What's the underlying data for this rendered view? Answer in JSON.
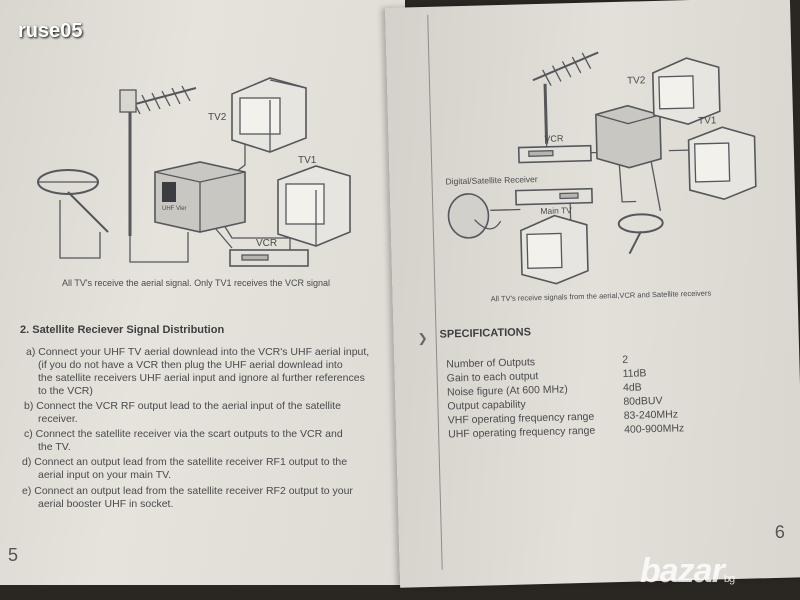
{
  "watermark": {
    "user": "ruse05",
    "brand": "bazar",
    "tld": "bg"
  },
  "left_page": {
    "diagram": {
      "tv2": "TV2",
      "tv1": "TV1",
      "vcr": "VCR",
      "booster": "UHF Vier",
      "caption": "All TV's receive the aerial signal. Only TV1 receives the VCR signal"
    },
    "section_title": "2. Satellite Reciever Signal Distribution",
    "lines": [
      "a) Connect your UHF TV aerial downlead into the VCR's UHF aerial input,",
      "(if you do not have a VCR then plug the UHF aerial downlead into",
      "the satellite receivers UHF aerial input and ignore al further references",
      "to the VCR)",
      "b) Connect the VCR RF output lead to the aerial input of the satellite",
      "receiver.",
      "c) Connect the satellite receiver via the scart outputs to the VCR and",
      "the TV.",
      "d) Connect an output lead from the satellite receiver RF1 output to the",
      "aerial input on your main TV.",
      "e) Connect an output lead from the satellite receiver RF2 output to your",
      "aerial booster UHF in socket."
    ],
    "page_number": "5"
  },
  "right_page": {
    "diagram": {
      "tv2": "TV2",
      "tv1": "TV1",
      "vcr": "VCR",
      "receiver": "Digital/Satellite Receiver",
      "main_tv": "Main TV",
      "caption": "All TV's receive signals from the aerial,VCR and Satellite receivers"
    },
    "spec_title": "SPECIFICATIONS",
    "specs": [
      {
        "label": "Number of Outputs",
        "value": "2"
      },
      {
        "label": "Gain to each output",
        "value": "11dB"
      },
      {
        "label": "Noise figure (At 600 MHz)",
        "value": "4dB"
      },
      {
        "label": "Output capability",
        "value": "80dBUV"
      },
      {
        "label": "VHF operating frequency range",
        "value": "83-240MHz"
      },
      {
        "label": "UHF operating frequency range",
        "value": "400-900MHz"
      }
    ],
    "page_number": "6"
  }
}
